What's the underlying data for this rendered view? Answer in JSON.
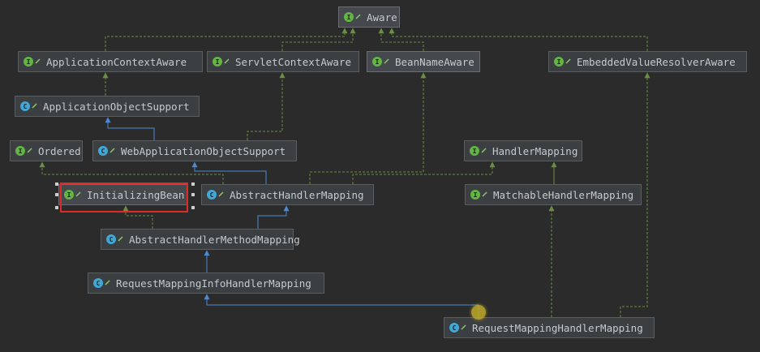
{
  "diagram": {
    "colors": {
      "background": "#2b2b2b",
      "node_fill": "#3c3f41",
      "interface_edge": "#6a8f43",
      "extends_edge": "#4a8ad0",
      "interface_badge": "#62b543",
      "class_badge": "#40a7d6",
      "selection": "#e02b25"
    },
    "nodes": {
      "aware": {
        "label": "Aware",
        "kind": "interface"
      },
      "application_context_aware": {
        "label": "ApplicationContextAware",
        "kind": "interface"
      },
      "servlet_context_aware": {
        "label": "ServletContextAware",
        "kind": "interface"
      },
      "bean_name_aware": {
        "label": "BeanNameAware",
        "kind": "interface"
      },
      "embedded_value_resolver_aware": {
        "label": "EmbeddedValueResolverAware",
        "kind": "interface"
      },
      "application_object_support": {
        "label": "ApplicationObjectSupport",
        "kind": "class"
      },
      "ordered": {
        "label": "Ordered",
        "kind": "interface"
      },
      "web_application_object_support": {
        "label": "WebApplicationObjectSupport",
        "kind": "class"
      },
      "handler_mapping": {
        "label": "HandlerMapping",
        "kind": "interface"
      },
      "initializing_bean": {
        "label": "InitializingBean",
        "kind": "interface"
      },
      "abstract_handler_mapping": {
        "label": "AbstractHandlerMapping",
        "kind": "class"
      },
      "matchable_handler_mapping": {
        "label": "MatchableHandlerMapping",
        "kind": "interface"
      },
      "abstract_handler_method_mapping": {
        "label": "AbstractHandlerMethodMapping",
        "kind": "class"
      },
      "request_mapping_info_handler_mapping": {
        "label": "RequestMappingInfoHandlerMapping",
        "kind": "class"
      },
      "request_mapping_handler_mapping": {
        "label": "RequestMappingHandlerMapping",
        "kind": "class"
      }
    },
    "selected_node": "initializing_bean"
  }
}
